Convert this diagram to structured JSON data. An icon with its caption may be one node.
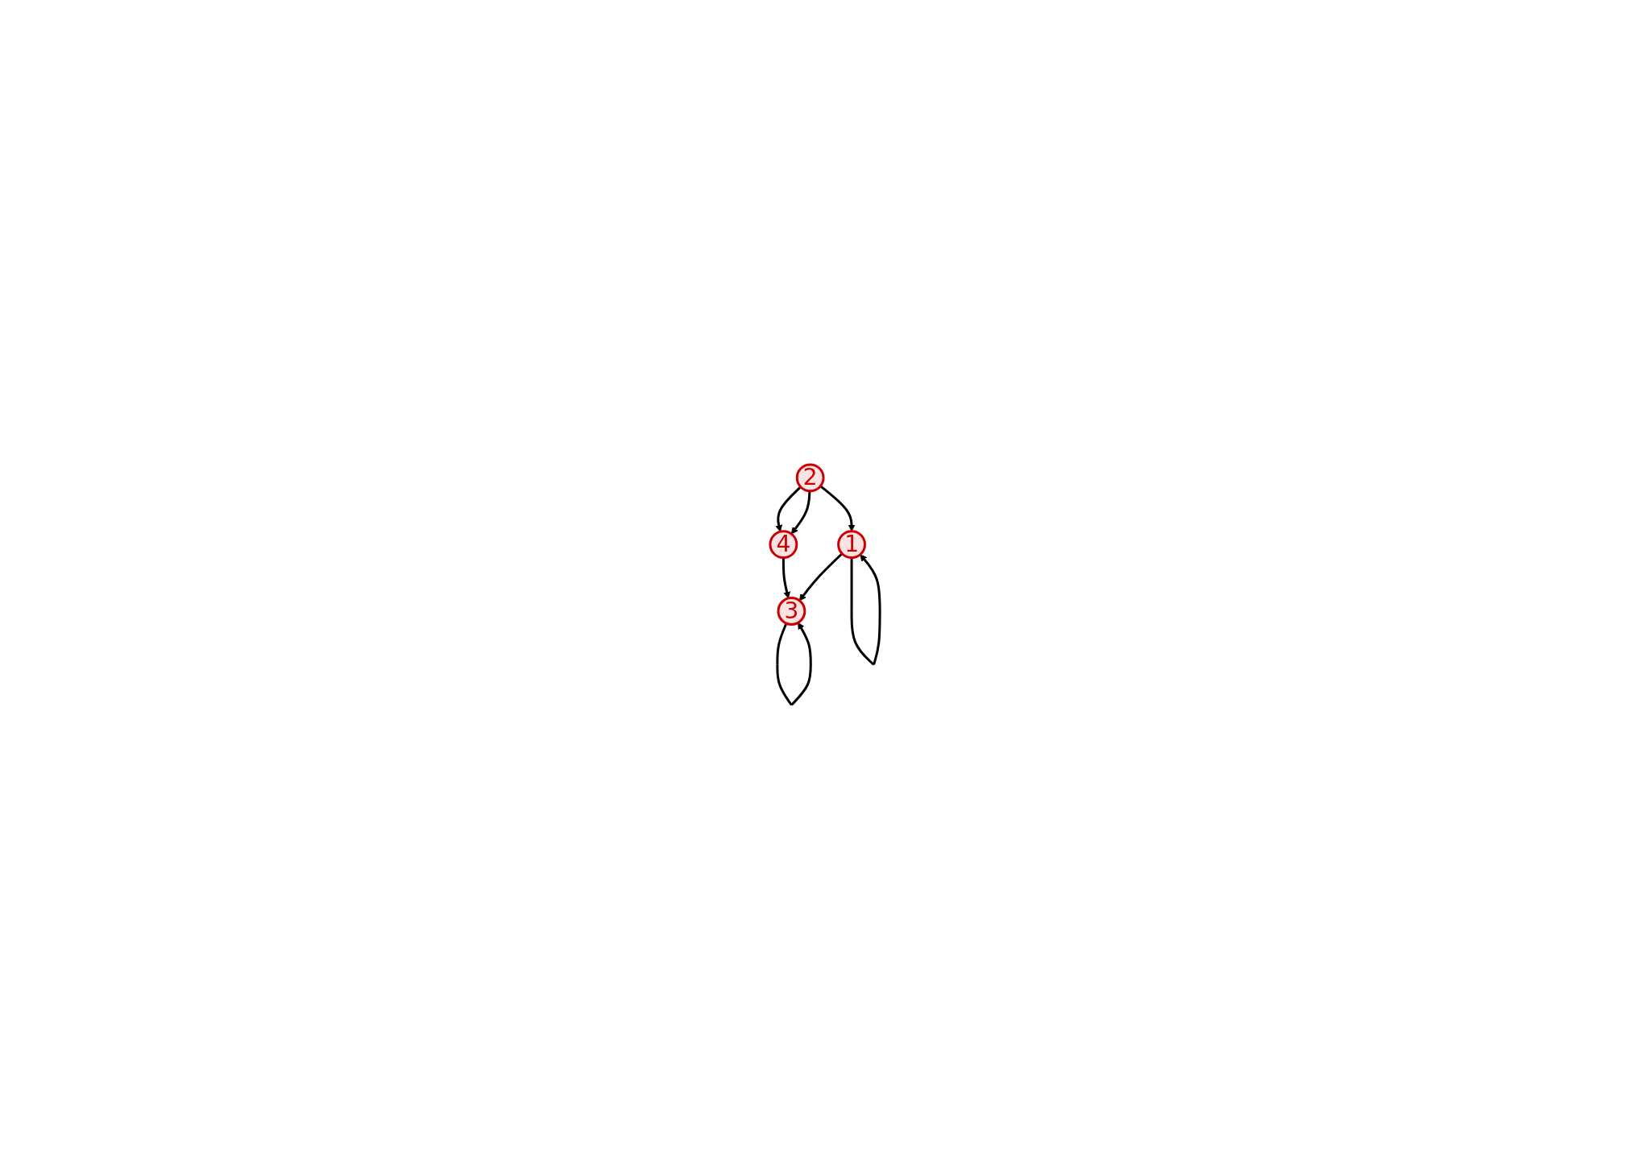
{
  "diagram": {
    "nodes": [
      {
        "text": [
          "4"
        ]
      },
      {
        "text": [
          "2"
        ]
      },
      {
        "text": [
          "1"
        ]
      },
      {
        "text": [
          "3"
        ]
      }
    ],
    "edges": [
      {
        "from": 1,
        "to": 0,
        "arrow": "to"
      },
      {
        "from": 1,
        "to": 0,
        "arrow": "to"
      },
      {
        "from": 1,
        "to": 2,
        "arrow": "to"
      },
      {
        "from": 0,
        "to": 3,
        "arrow": "to"
      },
      {
        "from": 2,
        "to": 3,
        "arrow": "to"
      },
      {
        "from": 2,
        "to": 2,
        "arrow": "to"
      },
      {
        "from": 3,
        "to": 3,
        "arrow": "to"
      }
    ]
  }
}
